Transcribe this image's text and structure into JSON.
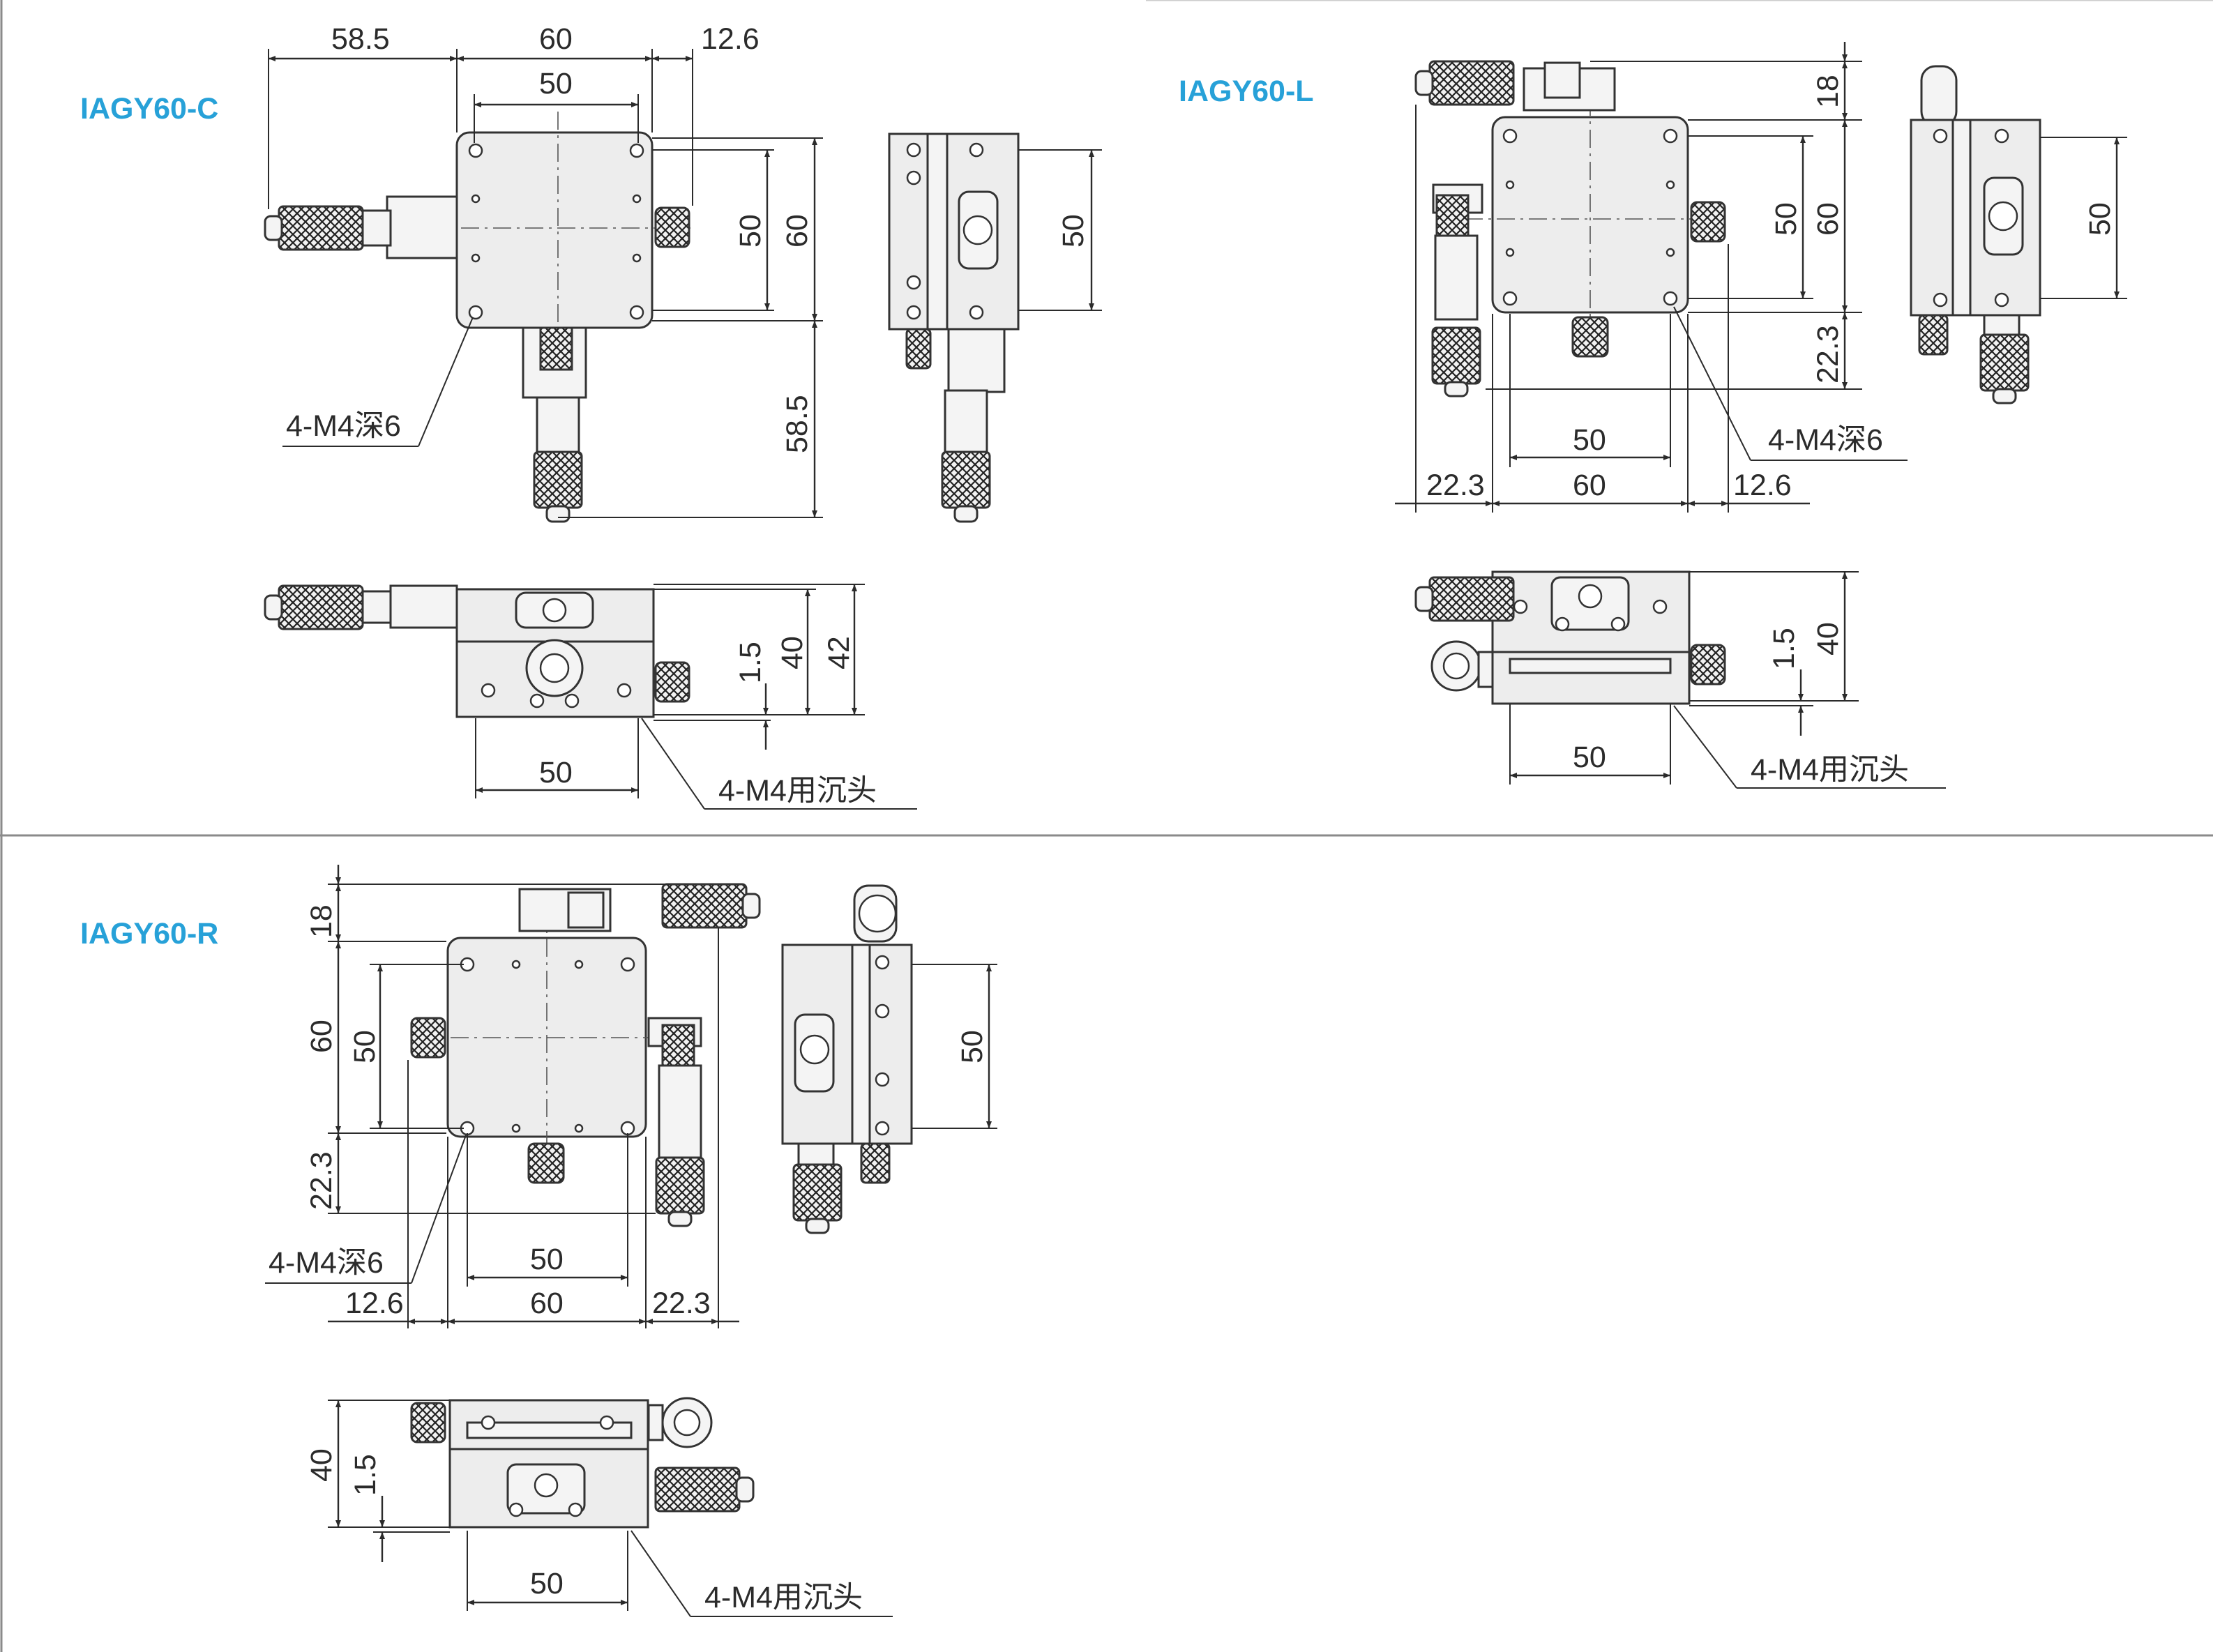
{
  "panels": {
    "c": {
      "title": "IAGY60-C",
      "top_dims": [
        "58.5",
        "60",
        "12.6"
      ],
      "inner_width": "50",
      "right_dims": [
        "50",
        "60"
      ],
      "bottom_dim": "58.5",
      "side_dim": "50",
      "hole_note": "4-M4深6",
      "front_dims": [
        "1.5",
        "40",
        "42"
      ],
      "front_width": "50",
      "front_note": "4-M4用沉头"
    },
    "l": {
      "title": "IAGY60-L",
      "right_dims": [
        "18",
        "50",
        "60",
        "22.3"
      ],
      "bottom_dims": [
        "50",
        "22.3",
        "60",
        "12.6"
      ],
      "hole_note": "4-M4深6",
      "side_dim": "50",
      "front_dims": [
        "1.5",
        "40"
      ],
      "front_width": "50",
      "front_note": "4-M4用沉头"
    },
    "r": {
      "title": "IAGY60-R",
      "left_dims": [
        "18",
        "60",
        "50",
        "22.3"
      ],
      "hole_note": "4-M4深6",
      "bottom_dims": [
        "50",
        "12.6",
        "60",
        "22.3"
      ],
      "side_dim": "50",
      "front_dims": [
        "40",
        "1.5"
      ],
      "front_width": "50",
      "front_note": "4-M4用沉头"
    }
  }
}
